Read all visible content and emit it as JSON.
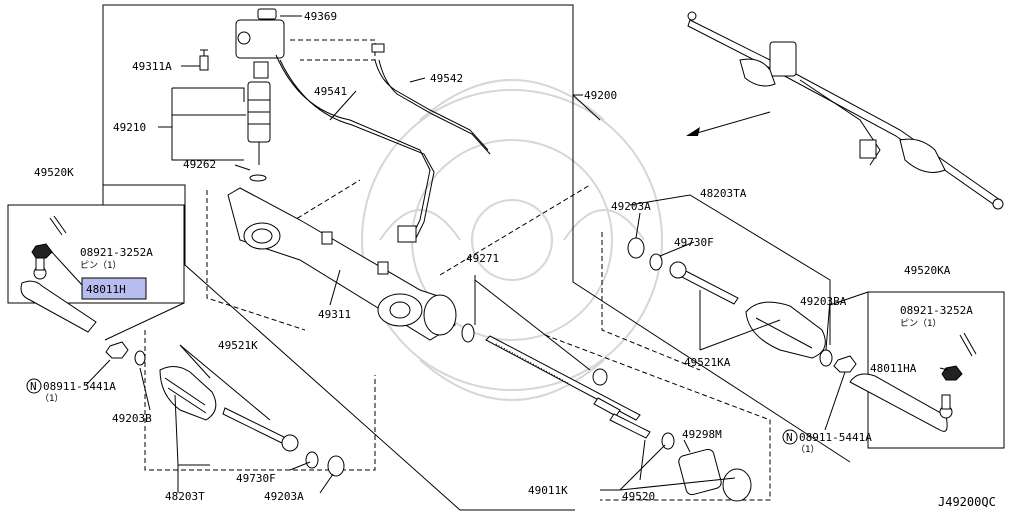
{
  "diagram_code": "J49200QC",
  "highlight_color": "#b8bdf0",
  "labels": {
    "p49369": "49369",
    "p49311a": "49311A",
    "p49541": "49541",
    "p49542": "49542",
    "p49200": "49200",
    "p49210": "49210",
    "p49262": "49262",
    "p49520k": "49520K",
    "p08921a": "08921-3252A",
    "p08921a_sub": "ピン（1）",
    "p48011h": "48011H",
    "p08911a": "08911-5441A",
    "p08911a_sub": "（1）",
    "p49311": "49311",
    "p49271": "49271",
    "p49521k": "49521K",
    "p49203b": "49203B",
    "p49730f_l": "49730F",
    "p48203t": "48203T",
    "p49203a_l": "49203A",
    "p49011k": "49011K",
    "p49520": "49520",
    "p49298m": "49298M",
    "p48203ta": "48203TA",
    "p49203a_r": "49203A",
    "p49730f_r": "49730F",
    "p49203ba": "49203BA",
    "p49521ka": "49521KA",
    "p49520ka": "49520KA",
    "p08921b": "08921-3252A",
    "p08921b_sub": "ピン（1）",
    "p48011ha": "48011HA",
    "p08911b": "08911-5441A",
    "p08911b_sub": "（1）",
    "nut_symbol": "N"
  }
}
